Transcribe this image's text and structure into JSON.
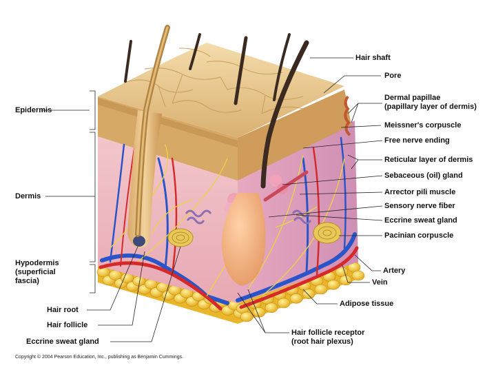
{
  "labels": {
    "left": {
      "epidermis": "Epidermis",
      "dermis": "Dermis",
      "hypodermis": "Hypodermis",
      "hypodermis_sub1": "(superficial",
      "hypodermis_sub2": "fascia)"
    },
    "right": {
      "hair_shaft": "Hair shaft",
      "pore": "Pore",
      "dermal_papillae": "Dermal papillae",
      "dermal_papillae_sub": "(papillary layer of dermis)",
      "meissners_corpuscle": "Meissner's corpuscle",
      "free_nerve_ending": "Free nerve ending",
      "reticular_layer": "Reticular layer of dermis",
      "sebaceous_gland": "Sebaceous (oil) gland",
      "arrector_pili": "Arrector pili muscle",
      "sensory_nerve_fiber": "Sensory nerve fiber",
      "eccrine_sweat_gland": "Eccrine sweat gland",
      "pacinian_corpuscle": "Pacinian corpuscle",
      "artery": "Artery",
      "vein": "Vein",
      "adipose_tissue": "Adipose tissue"
    },
    "bottom": {
      "hair_root": "Hair root",
      "hair_follicle": "Hair follicle",
      "eccrine_sweat_gland_bottom": "Eccrine sweat gland",
      "hair_follicle_receptor": "Hair follicle receptor",
      "hair_follicle_receptor_sub": "(root hair plexus)"
    }
  },
  "copyright": "Copyright © 2004 Pearson Education, Inc., publishing as Benjamin Cummings.",
  "colors": {
    "epidermis": "#e9c98d",
    "dermis": "#f1c3c8",
    "hypodermis_fat": "#f2c531",
    "artery": "#d62a2a",
    "vein": "#2a55c8",
    "nerve": "#e9d24a",
    "hair": "#3a2a20"
  }
}
